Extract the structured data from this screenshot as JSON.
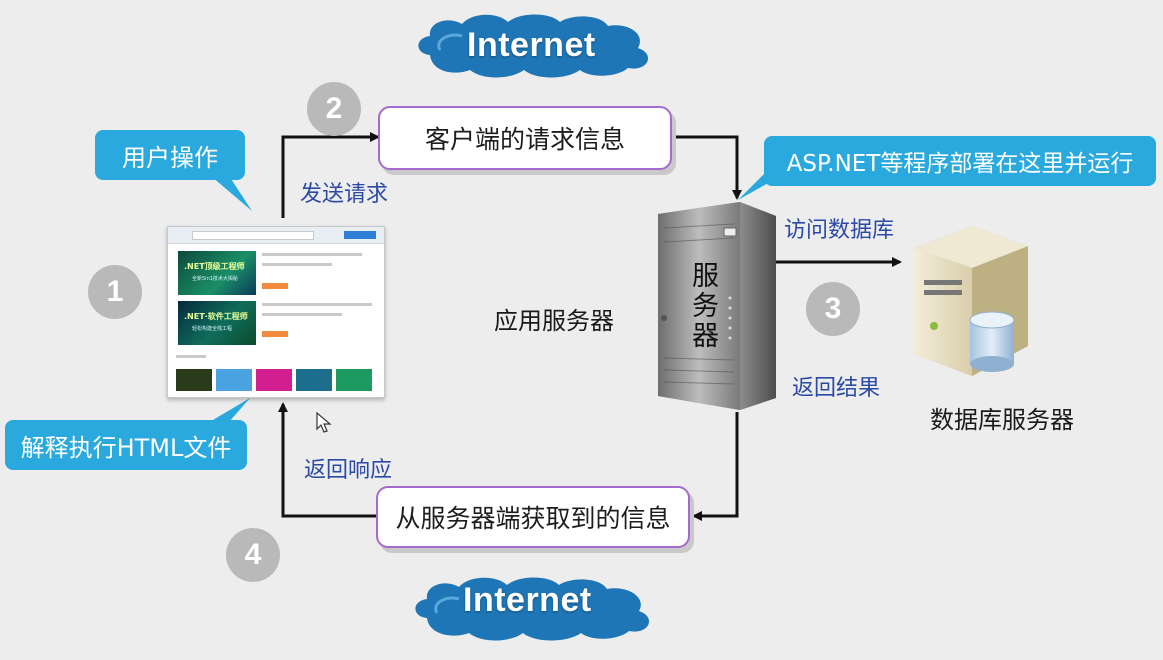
{
  "clouds": {
    "top": "Internet",
    "bottom": "Internet"
  },
  "callouts": {
    "user_operation": "用户操作",
    "interpret_html": "解释执行HTML文件",
    "asp_net": "ASP.NET等程序部署在这里并运行"
  },
  "boxes": {
    "client_request": "客户端的请求信息",
    "server_response": "从服务器端获取到的信息"
  },
  "labels": {
    "send_request": "发送请求",
    "return_response": "返回响应",
    "access_database": "访问数据库",
    "return_result": "返回结果",
    "application_server": "应用服务器",
    "database_server": "数据库服务器",
    "server_text": [
      "服",
      "务",
      "器"
    ]
  },
  "steps": [
    "1",
    "2",
    "3",
    "4"
  ],
  "browser_content": {
    "banner1": ".NET顶级工程师",
    "banner1_sub": "全新5in1技术大揭秘",
    "banner2": ".NET·软件工程师",
    "banner2_sub": "轻松构建全栈工程"
  },
  "colors": {
    "cloud": "#1e76b6",
    "callout": "#2aa9df",
    "box_border": "#a46bcc",
    "blue_text": "#2b4aa5",
    "step_circle": "#b9b9b9",
    "arrow": "#111111"
  }
}
